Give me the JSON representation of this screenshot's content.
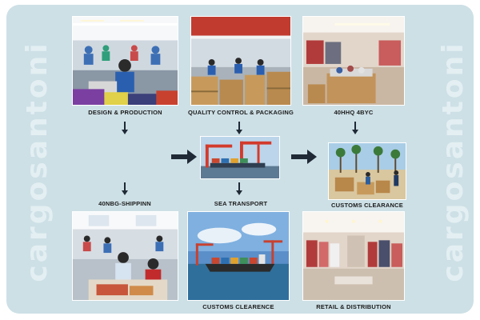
{
  "watermark": "cargosantoni",
  "steps": {
    "design": "DESIGN & PRODUCTION",
    "quality": "QUALITY CONTROL & PACKAGING",
    "stage3": "40ΗHQ 4BYC",
    "shipping": "40NBG-SHIPPINN",
    "sea": "SEA TRANSPORT",
    "customs_top": "CUSTOMS CLEARANCE",
    "customs_bottom": "CUSTOMS CLEARENCE",
    "retail": "RETAIL & DISTRIBUTION"
  },
  "colors": {
    "panel": "#cde0e6",
    "arrow": "#1f2a36",
    "caption": "#1b1b1b",
    "watermark": "#e3eff2"
  }
}
